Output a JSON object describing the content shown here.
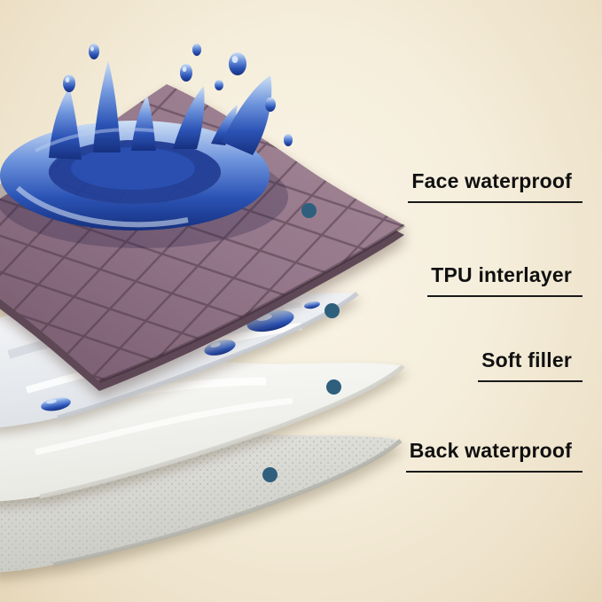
{
  "callouts": [
    {
      "label": "Face waterproof"
    },
    {
      "label": "TPU interlayer"
    },
    {
      "label": "Soft filler"
    },
    {
      "label": "Back waterproof"
    }
  ],
  "colors": {
    "dot": "#2e5f7d",
    "callout_line": "#1a1a1a",
    "label_text": "#101010",
    "background_center": "#faf4e8",
    "background_edge": "#e6d7ba",
    "fabric_mauve": "#96798a",
    "fabric_edge": "#5e4856",
    "splash_blue_dark": "#16307f",
    "splash_blue_light": "#cfe0f5",
    "tpu_layer": "#eef0f3",
    "soft_filler": "#f5f5f2",
    "back_layer": "#dcdcd6"
  }
}
